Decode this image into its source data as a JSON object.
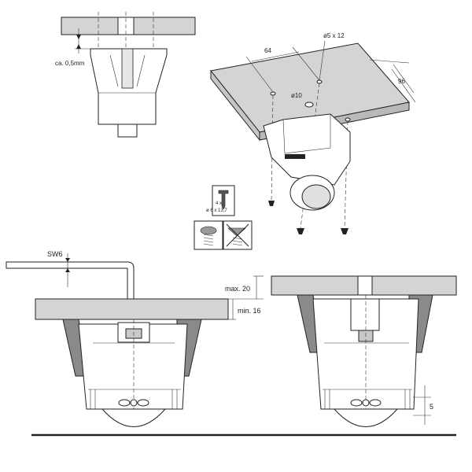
{
  "colors": {
    "line": "#222222",
    "plate": "#d4d4d4",
    "housing": "#8a8a8a",
    "background": "#ffffff"
  },
  "labels": {
    "gap": "ca. 0,5mm",
    "hole_small": "ø5 x 12",
    "dim_64": "64",
    "dim_96": "96",
    "hole_center": "ø10",
    "screw_count": "4 x",
    "screw_size": "ø 6 x 13,7",
    "wrench": "SW6",
    "max": "max. 20",
    "min": "min. 16",
    "dim_5": "5"
  }
}
